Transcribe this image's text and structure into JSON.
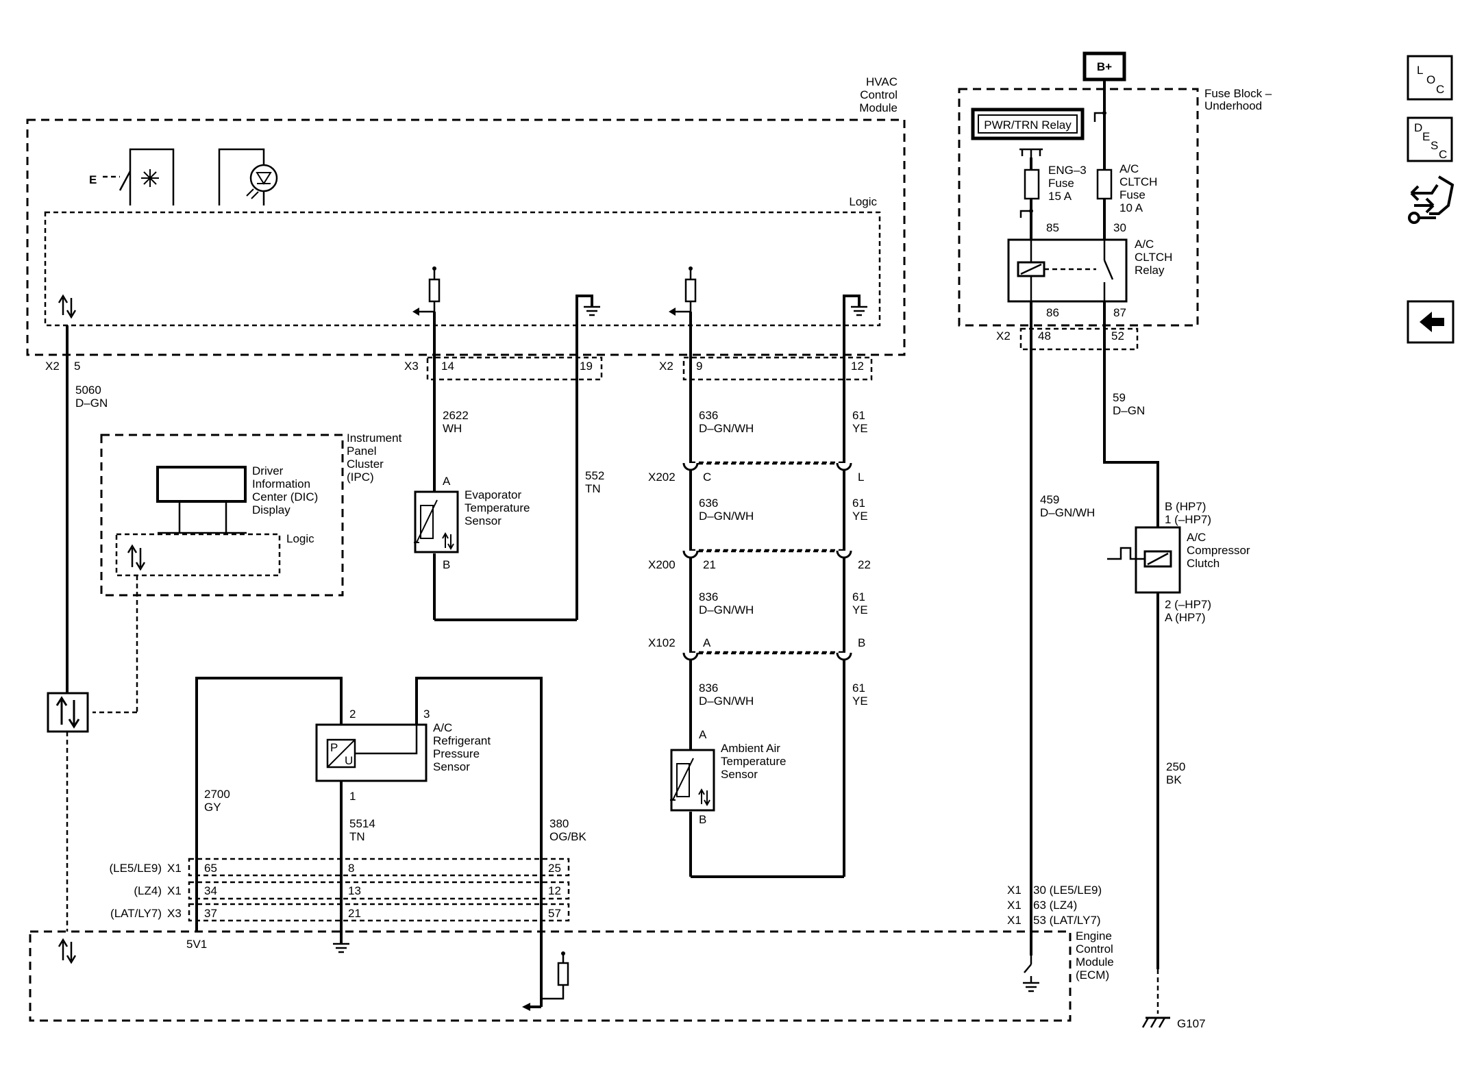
{
  "modules": {
    "hvac": {
      "l1": "HVAC",
      "l2": "Control",
      "l3": "Module",
      "logic": "Logic"
    },
    "fuse_block": {
      "l1": "Fuse Block –",
      "l2": "Underhood"
    },
    "ipc": {
      "l1": "Instrument",
      "l2": "Panel",
      "l3": "Cluster",
      "l4": "(IPC)",
      "logic": "Logic"
    },
    "dic": {
      "l1": "Driver",
      "l2": "Information",
      "l3": "Center (DIC)",
      "l4": "Display"
    },
    "ecm": {
      "l1": "Engine",
      "l2": "Control",
      "l3": "Module",
      "l4": "(ECM)"
    }
  },
  "power": {
    "battery": "B+",
    "relay": "PWR/TRN Relay"
  },
  "fuses": {
    "eng3": {
      "l1": "ENG–3",
      "l2": "Fuse",
      "l3": "15 A"
    },
    "ac_clutch": {
      "l1": "A/C",
      "l2": "CLTCH",
      "l3": "Fuse",
      "l4": "10 A"
    }
  },
  "relay": {
    "l1": "A/C",
    "l2": "CLTCH",
    "l3": "Relay",
    "p85": "85",
    "p30": "30",
    "p86": "86",
    "p87": "87"
  },
  "components": {
    "evap": {
      "l1": "Evaporator",
      "l2": "Temperature",
      "l3": "Sensor",
      "a": "A",
      "b": "B"
    },
    "ambient": {
      "l1": "Ambient Air",
      "l2": "Temperature",
      "l3": "Sensor",
      "a": "A",
      "b": "B"
    },
    "pressure": {
      "l1": "A/C",
      "l2": "Refrigerant",
      "l3": "Pressure",
      "l4": "Sensor",
      "p1": "1",
      "p2": "2",
      "p3": "3",
      "sym_p": "P",
      "sym_u": "U"
    },
    "clutch": {
      "l1": "A/C",
      "l2": "Compressor",
      "l3": "Clutch",
      "pb": "B (HP7)",
      "p1": "1 (–HP7)",
      "p2": "2 (–HP7)",
      "pa": "A (HP7)"
    }
  },
  "connectors": {
    "hvac_x2": "X2",
    "hvac_x2_pin": "5",
    "x3": "X3",
    "x3_p14": "14",
    "x3_p19": "19",
    "x2b": "X2",
    "x2b_p9": "9",
    "x2b_p12": "12",
    "fb_x2": "X2",
    "fb_p48": "48",
    "fb_p52": "52",
    "x202": "X202",
    "x202_c": "C",
    "x202_l": "L",
    "x200": "X200",
    "x200_21": "21",
    "x200_22": "22",
    "x102": "X102",
    "x102_a": "A",
    "x102_b": "B"
  },
  "wires": {
    "w5060": {
      "num": "5060",
      "color": "D–GN"
    },
    "w2622": {
      "num": "2622",
      "color": "WH"
    },
    "w552": {
      "num": "552",
      "color": "TN"
    },
    "w636a": {
      "num": "636",
      "color": "D–GN/WH"
    },
    "w636b": {
      "num": "636",
      "color": "D–GN/WH"
    },
    "w836a": {
      "num": "836",
      "color": "D–GN/WH"
    },
    "w836b": {
      "num": "836",
      "color": "D–GN/WH"
    },
    "w61a": {
      "num": "61",
      "color": "YE"
    },
    "w61b": {
      "num": "61",
      "color": "YE"
    },
    "w61c": {
      "num": "61",
      "color": "YE"
    },
    "w61d": {
      "num": "61",
      "color": "YE"
    },
    "w59": {
      "num": "59",
      "color": "D–GN"
    },
    "w459": {
      "num": "459",
      "color": "D–GN/WH"
    },
    "w250": {
      "num": "250",
      "color": "BK"
    },
    "w2700": {
      "num": "2700",
      "color": "GY"
    },
    "w5514": {
      "num": "5514",
      "color": "TN"
    },
    "w380": {
      "num": "380",
      "color": "OG/BK"
    }
  },
  "ecm_pins": {
    "row1": {
      "variant": "(LE5/LE9)",
      "conn": "X1",
      "p1": "65",
      "p2": "8",
      "p3": "25"
    },
    "row2": {
      "variant": "(LZ4)",
      "conn": "X1",
      "p1": "34",
      "p2": "13",
      "p3": "12"
    },
    "row3": {
      "variant": "(LAT/LY7)",
      "conn": "X3",
      "p1": "37",
      "p2": "21",
      "p3": "57"
    },
    "ref": "5V1",
    "r1": {
      "conn": "X1",
      "pin": "30 (LE5/LE9)"
    },
    "r2": {
      "conn": "X1",
      "pin": "63 (LZ4)"
    },
    "r3": {
      "conn": "X1",
      "pin": "53 (LAT/LY7)"
    }
  },
  "ground": {
    "label": "G107"
  },
  "nav": {
    "loc": {
      "l": "L",
      "o": "O",
      "c": "C"
    },
    "desc": {
      "d": "D",
      "e": "E",
      "s": "S",
      "c": "C"
    }
  }
}
